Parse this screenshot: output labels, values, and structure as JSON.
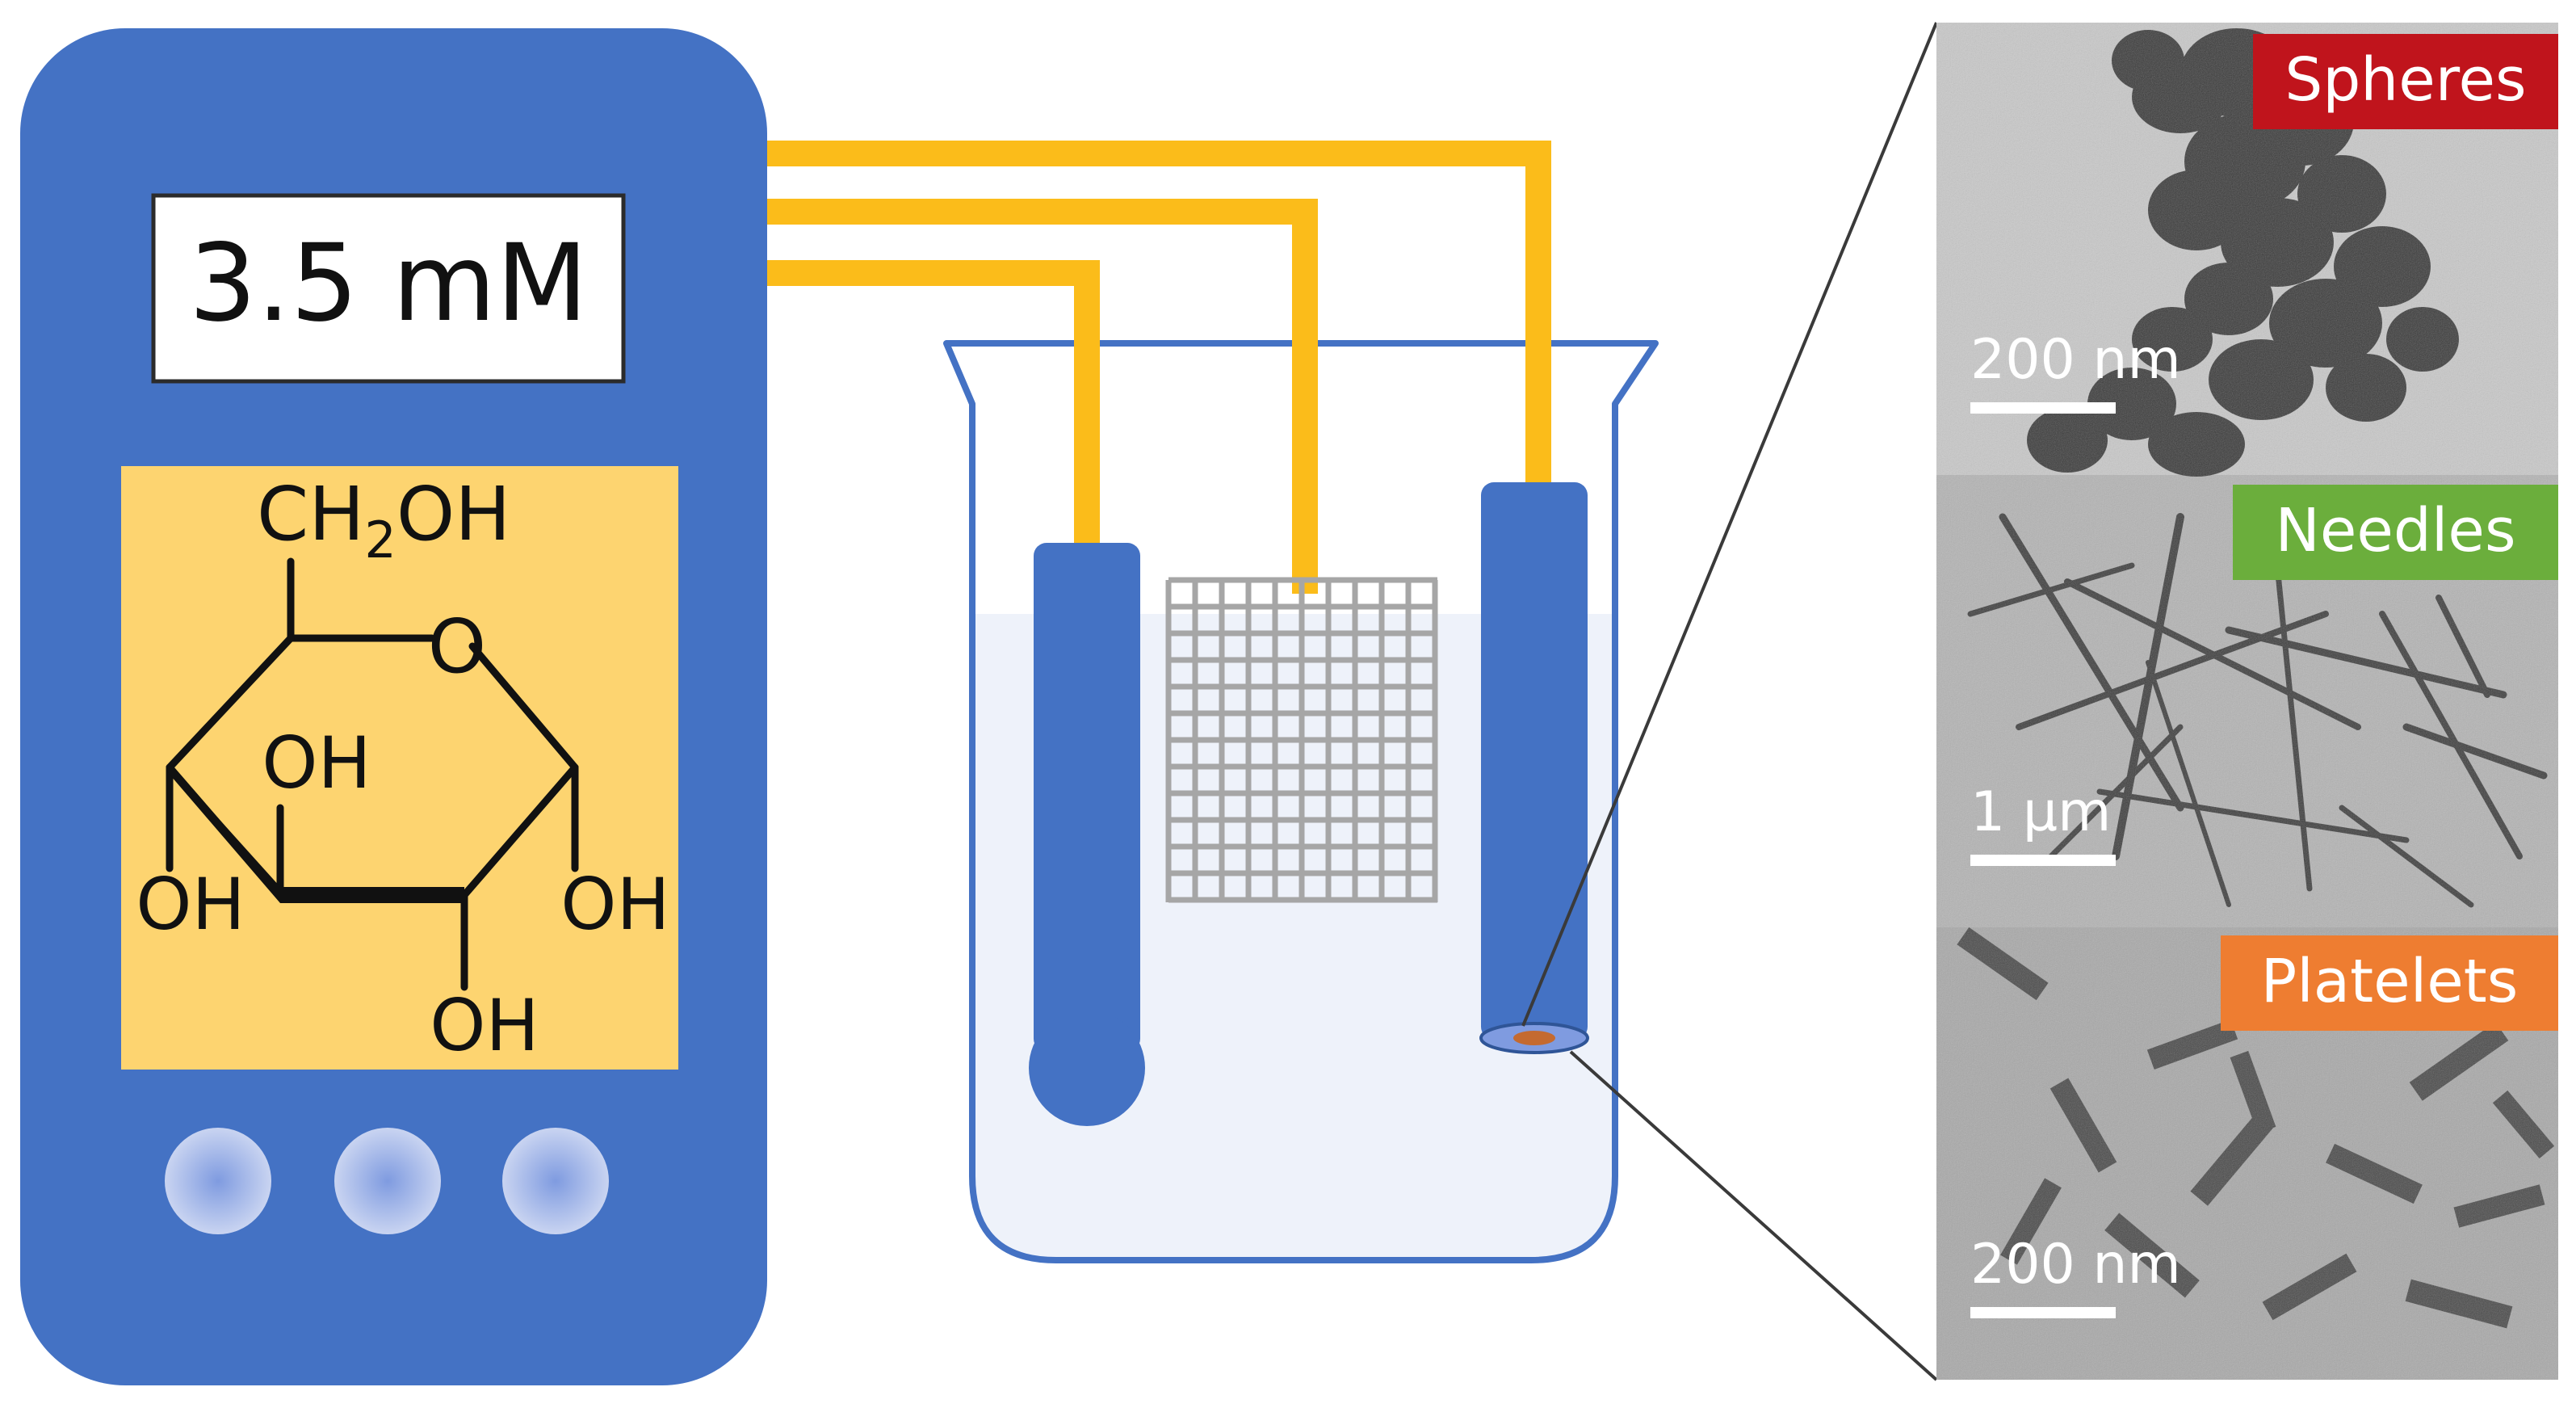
{
  "meter": {
    "display_value": "3.5 mM",
    "button_count": 3
  },
  "molecule": {
    "ch2oh_main": "CH",
    "ch2oh_sub": "2",
    "ch2oh_tail": "OH",
    "ring_oxygen": "O",
    "oh_label": "OH"
  },
  "micrographs": [
    {
      "label": "Spheres",
      "scale": "200 nm",
      "label_color": "#C0141C"
    },
    {
      "label": "Needles",
      "scale": "1 µm",
      "label_color": "#6BAE3C"
    },
    {
      "label": "Platelets",
      "scale": "200 nm",
      "label_color": "#EE7D31"
    }
  ],
  "colors": {
    "device_blue": "#4472C4",
    "wire_gold": "#FBBC1A",
    "molecule_panel": "#FDD470",
    "solution": "#EEF2FA"
  }
}
